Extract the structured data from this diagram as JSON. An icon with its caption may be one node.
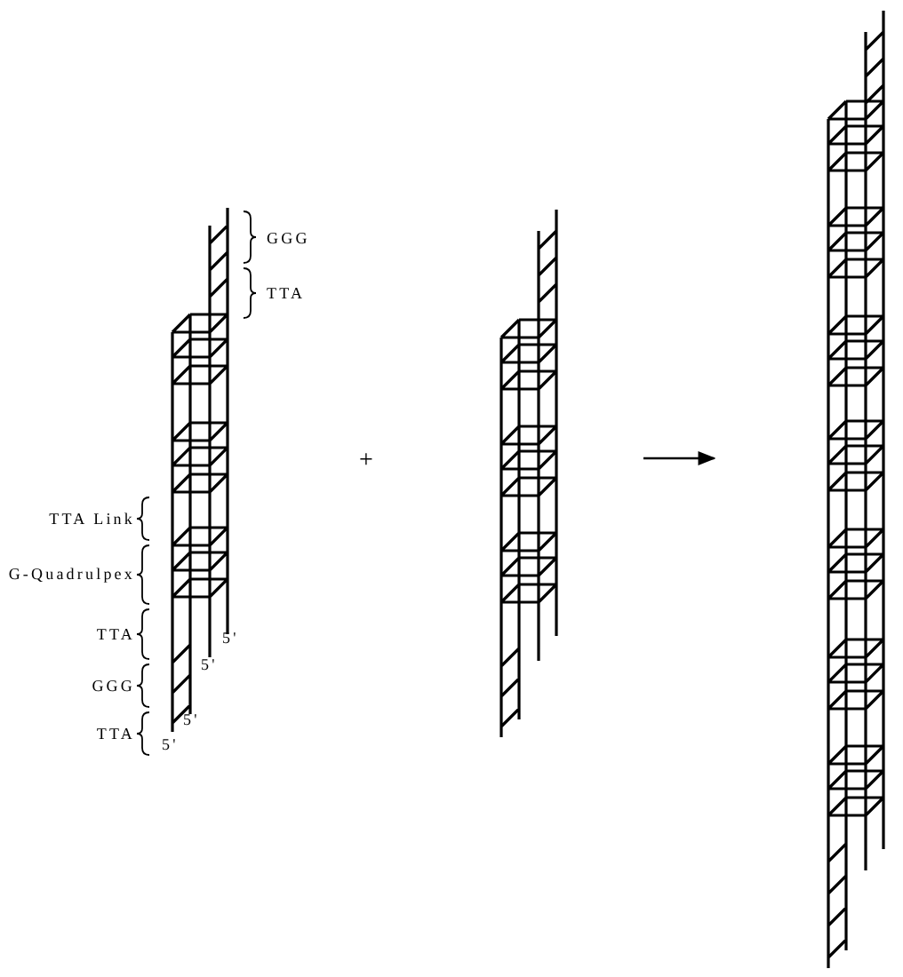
{
  "diagram": {
    "nodes": [
      {
        "text": [],
        "shape": "picture"
      },
      {
        "text": [],
        "shape": "picture"
      },
      {
        "text": [],
        "shape": "picture"
      }
    ],
    "edges": [
      {
        "from": 1,
        "to": 2,
        "arrow": "to"
      }
    ],
    "labels": [
      "GGG",
      "TTA",
      "+",
      "TTA Link",
      "G-Quadrulpex",
      "TTA",
      "5'",
      "5'",
      "GGG",
      "5'",
      "TTA",
      "5'"
    ]
  }
}
